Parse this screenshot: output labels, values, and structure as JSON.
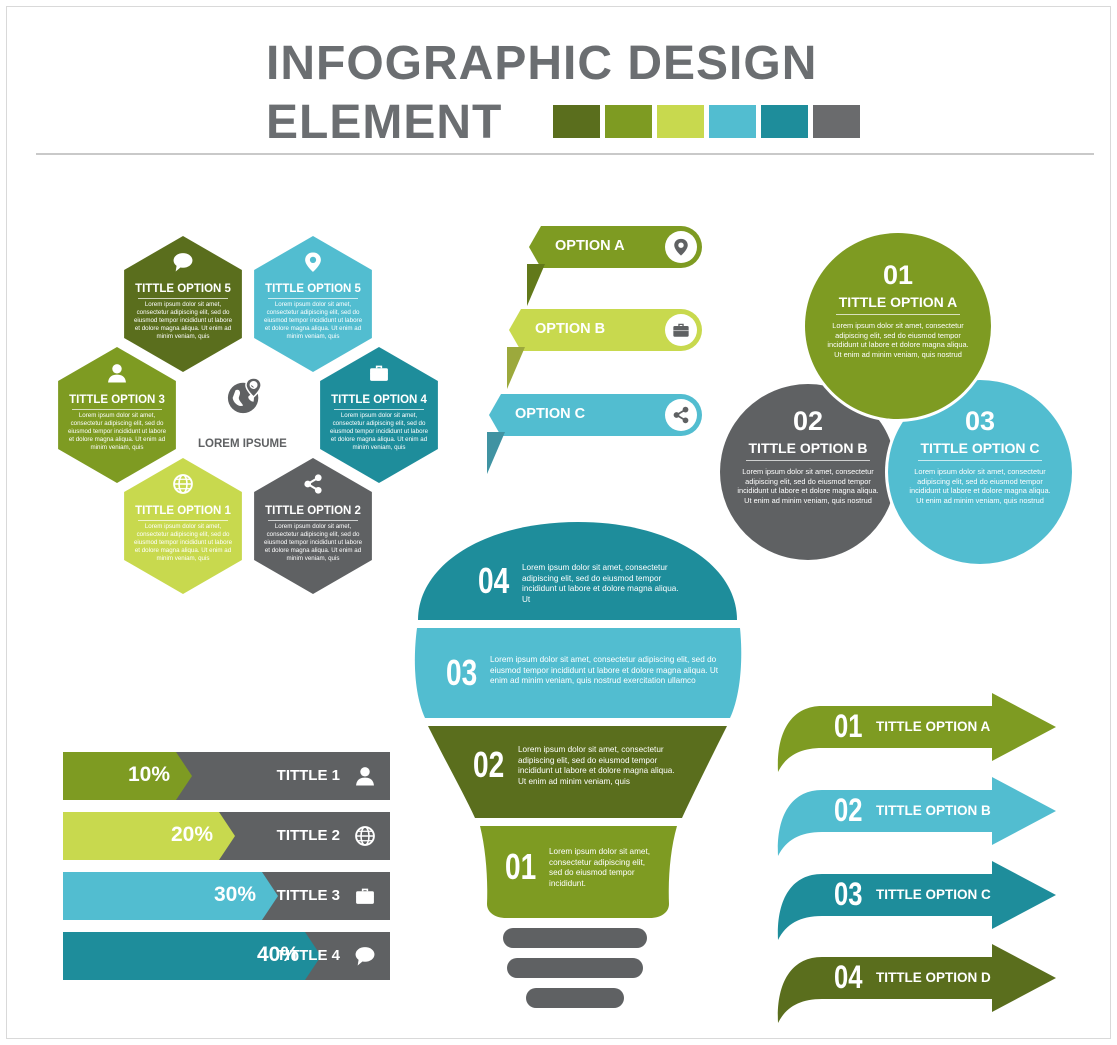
{
  "header": {
    "title_line1": "INFOGRAPHIC DESIGN",
    "title_line2": "ELEMENT",
    "palette": [
      "#5a6e1d",
      "#7e9b22",
      "#c8d94e",
      "#52bdd0",
      "#1e8d9b",
      "#6a6b6d"
    ]
  },
  "colors": {
    "dark_green": "#5a6e1d",
    "green": "#7e9b22",
    "lime": "#c8d94e",
    "light_blue": "#52bdd0",
    "teal": "#1e8d9b",
    "gray": "#5f6163",
    "text_gray": "#6b6e71"
  },
  "hexagons": {
    "center_label": "LOREM IPSUME",
    "center_icon": "globe-location-icon",
    "items": [
      {
        "title": "TITTLE OPTION 5",
        "body": "Lorem ipsum dolor sit amet, consectetur adipiscing elit, sed do eiusmod tempor incididunt ut labore et dolore magna aliqua. Ut enim ad minim veniam, quis",
        "icon": "chat-bubble-icon",
        "color": "#5a6e1d"
      },
      {
        "title": "TITTLE OPTION 5",
        "body": "Lorem ipsum dolor sit amet, consectetur adipiscing elit, sed do eiusmod tempor incididunt ut labore et dolore magna aliqua. Ut enim ad minim veniam, quis",
        "icon": "location-pin-icon",
        "color": "#52bdd0"
      },
      {
        "title": "TITTLE OPTION 3",
        "body": "Lorem ipsum dolor sit amet, consectetur adipiscing elit, sed do eiusmod tempor incididunt ut labore et dolore magna aliqua. Ut enim ad minim veniam, quis",
        "icon": "user-icon",
        "color": "#7e9b22"
      },
      {
        "title": "TITTLE OPTION 4",
        "body": "Lorem ipsum dolor sit amet, consectetur adipiscing elit, sed do eiusmod tempor incididunt ut labore et dolore magna aliqua. Ut enim ad minim veniam, quis",
        "icon": "briefcase-icon",
        "color": "#1e8d9b"
      },
      {
        "title": "TITTLE OPTION 1",
        "body": "Lorem ipsum dolor sit amet, consectetur adipiscing elit, sed do eiusmod tempor incididunt ut labore et dolore magna aliqua. Ut enim ad minim veniam, quis",
        "icon": "globe-icon",
        "color": "#c8d94e"
      },
      {
        "title": "TITTLE OPTION 2",
        "body": "Lorem ipsum dolor sit amet, consectetur adipiscing elit, sed do eiusmod tempor incididunt ut labore et dolore magna aliqua. Ut enim ad minim veniam, quis",
        "icon": "share-icon",
        "color": "#5f6163"
      }
    ]
  },
  "banners": [
    {
      "label": "OPTION A",
      "icon": "location-pin-icon",
      "color": "#7e9b22"
    },
    {
      "label": "OPTION B",
      "icon": "briefcase-icon",
      "color": "#c8d94e"
    },
    {
      "label": "OPTION C",
      "icon": "share-icon",
      "color": "#52bdd0"
    }
  ],
  "circles": [
    {
      "number": "01",
      "title": "TITTLE OPTION A",
      "body": "Lorem ipsum dolor sit amet, consectetur adipiscing elit, sed do eiusmod tempor incididunt ut labore et dolore magna aliqua. Ut enim ad minim veniam, quis nostrud",
      "color": "#7e9b22"
    },
    {
      "number": "02",
      "title": "TITTLE OPTION B",
      "body": "Lorem ipsum dolor sit amet, consectetur adipiscing elit, sed do eiusmod tempor incididunt ut labore et dolore magna aliqua. Ut enim ad minim veniam, quis nostrud",
      "color": "#5f6163"
    },
    {
      "number": "03",
      "title": "TITTLE OPTION C",
      "body": "Lorem ipsum dolor sit amet, consectetur adipiscing elit, sed do eiusmod tempor incididunt ut labore et dolore magna aliqua. Ut enim ad minim veniam, quis nostrud",
      "color": "#52bdd0"
    }
  ],
  "bulb": {
    "sections": [
      {
        "number": "04",
        "body": "Lorem ipsum dolor sit amet, consectetur adipiscing elit, sed do eiusmod tempor incididunt ut labore et dolore magna aliqua. Ut",
        "color": "#1e8d9b"
      },
      {
        "number": "03",
        "body": "Lorem ipsum dolor sit amet, consectetur adipiscing elit, sed do eiusmod tempor incididunt ut labore et dolore magna aliqua. Ut enim ad minim veniam, quis nostrud exercitation ullamco",
        "color": "#52bdd0"
      },
      {
        "number": "02",
        "body": "Lorem ipsum dolor sit amet, consectetur adipiscing elit, sed do eiusmod tempor incididunt ut labore et dolore magna aliqua. Ut enim ad minim veniam, quis",
        "color": "#5a6e1d"
      },
      {
        "number": "01",
        "body": "Lorem ipsum dolor sit amet, consectetur adipiscing elit, sed do eiusmod tempor incididunt.",
        "color": "#7e9b22"
      }
    ],
    "base_color": "#5f6163"
  },
  "bars": [
    {
      "percent": "10%",
      "value": 10,
      "title": "TITTLE 1",
      "icon": "user-icon",
      "color": "#7e9b22"
    },
    {
      "percent": "20%",
      "value": 20,
      "title": "TITTLE 2",
      "icon": "globe-icon",
      "color": "#c8d94e"
    },
    {
      "percent": "30%",
      "value": 30,
      "title": "TITTLE 3",
      "icon": "briefcase-icon",
      "color": "#52bdd0"
    },
    {
      "percent": "40%",
      "value": 40,
      "title": "TITTLE 4",
      "icon": "chat-bubble-icon",
      "color": "#1e8d9b"
    }
  ],
  "arrows": [
    {
      "number": "01",
      "title": "TITTLE OPTION A",
      "color": "#7e9b22"
    },
    {
      "number": "02",
      "title": "TITTLE OPTION B",
      "color": "#52bdd0"
    },
    {
      "number": "03",
      "title": "TITTLE OPTION C",
      "color": "#1e8d9b"
    },
    {
      "number": "04",
      "title": "TITTLE OPTION D",
      "color": "#5a6e1d"
    }
  ]
}
